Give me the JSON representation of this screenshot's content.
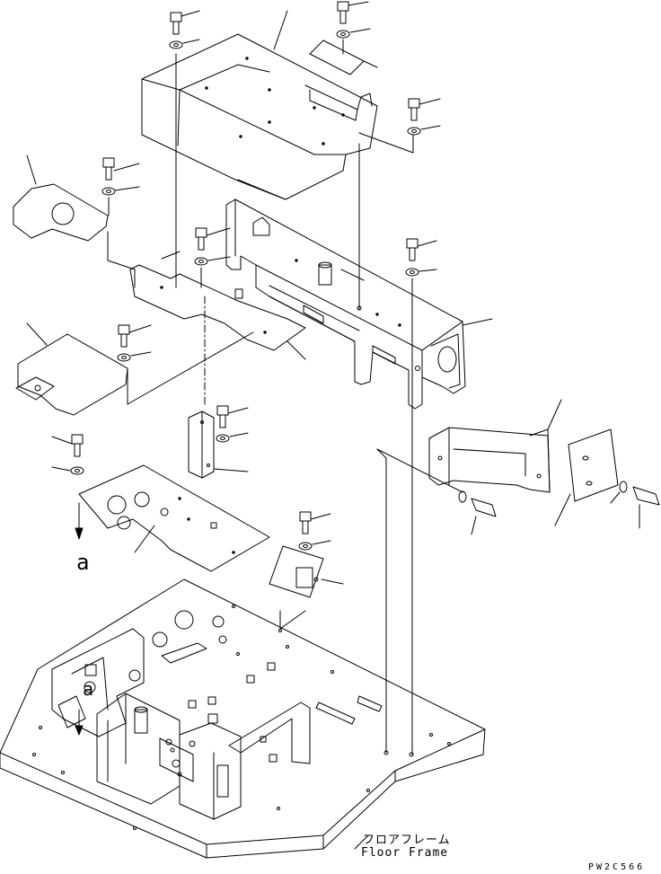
{
  "drawing": {
    "label_jp": "フロアフレーム",
    "label_en": "Floor Frame",
    "figure_code": "PW2C566",
    "callout_a_1": "a",
    "callout_a_2": "a"
  }
}
